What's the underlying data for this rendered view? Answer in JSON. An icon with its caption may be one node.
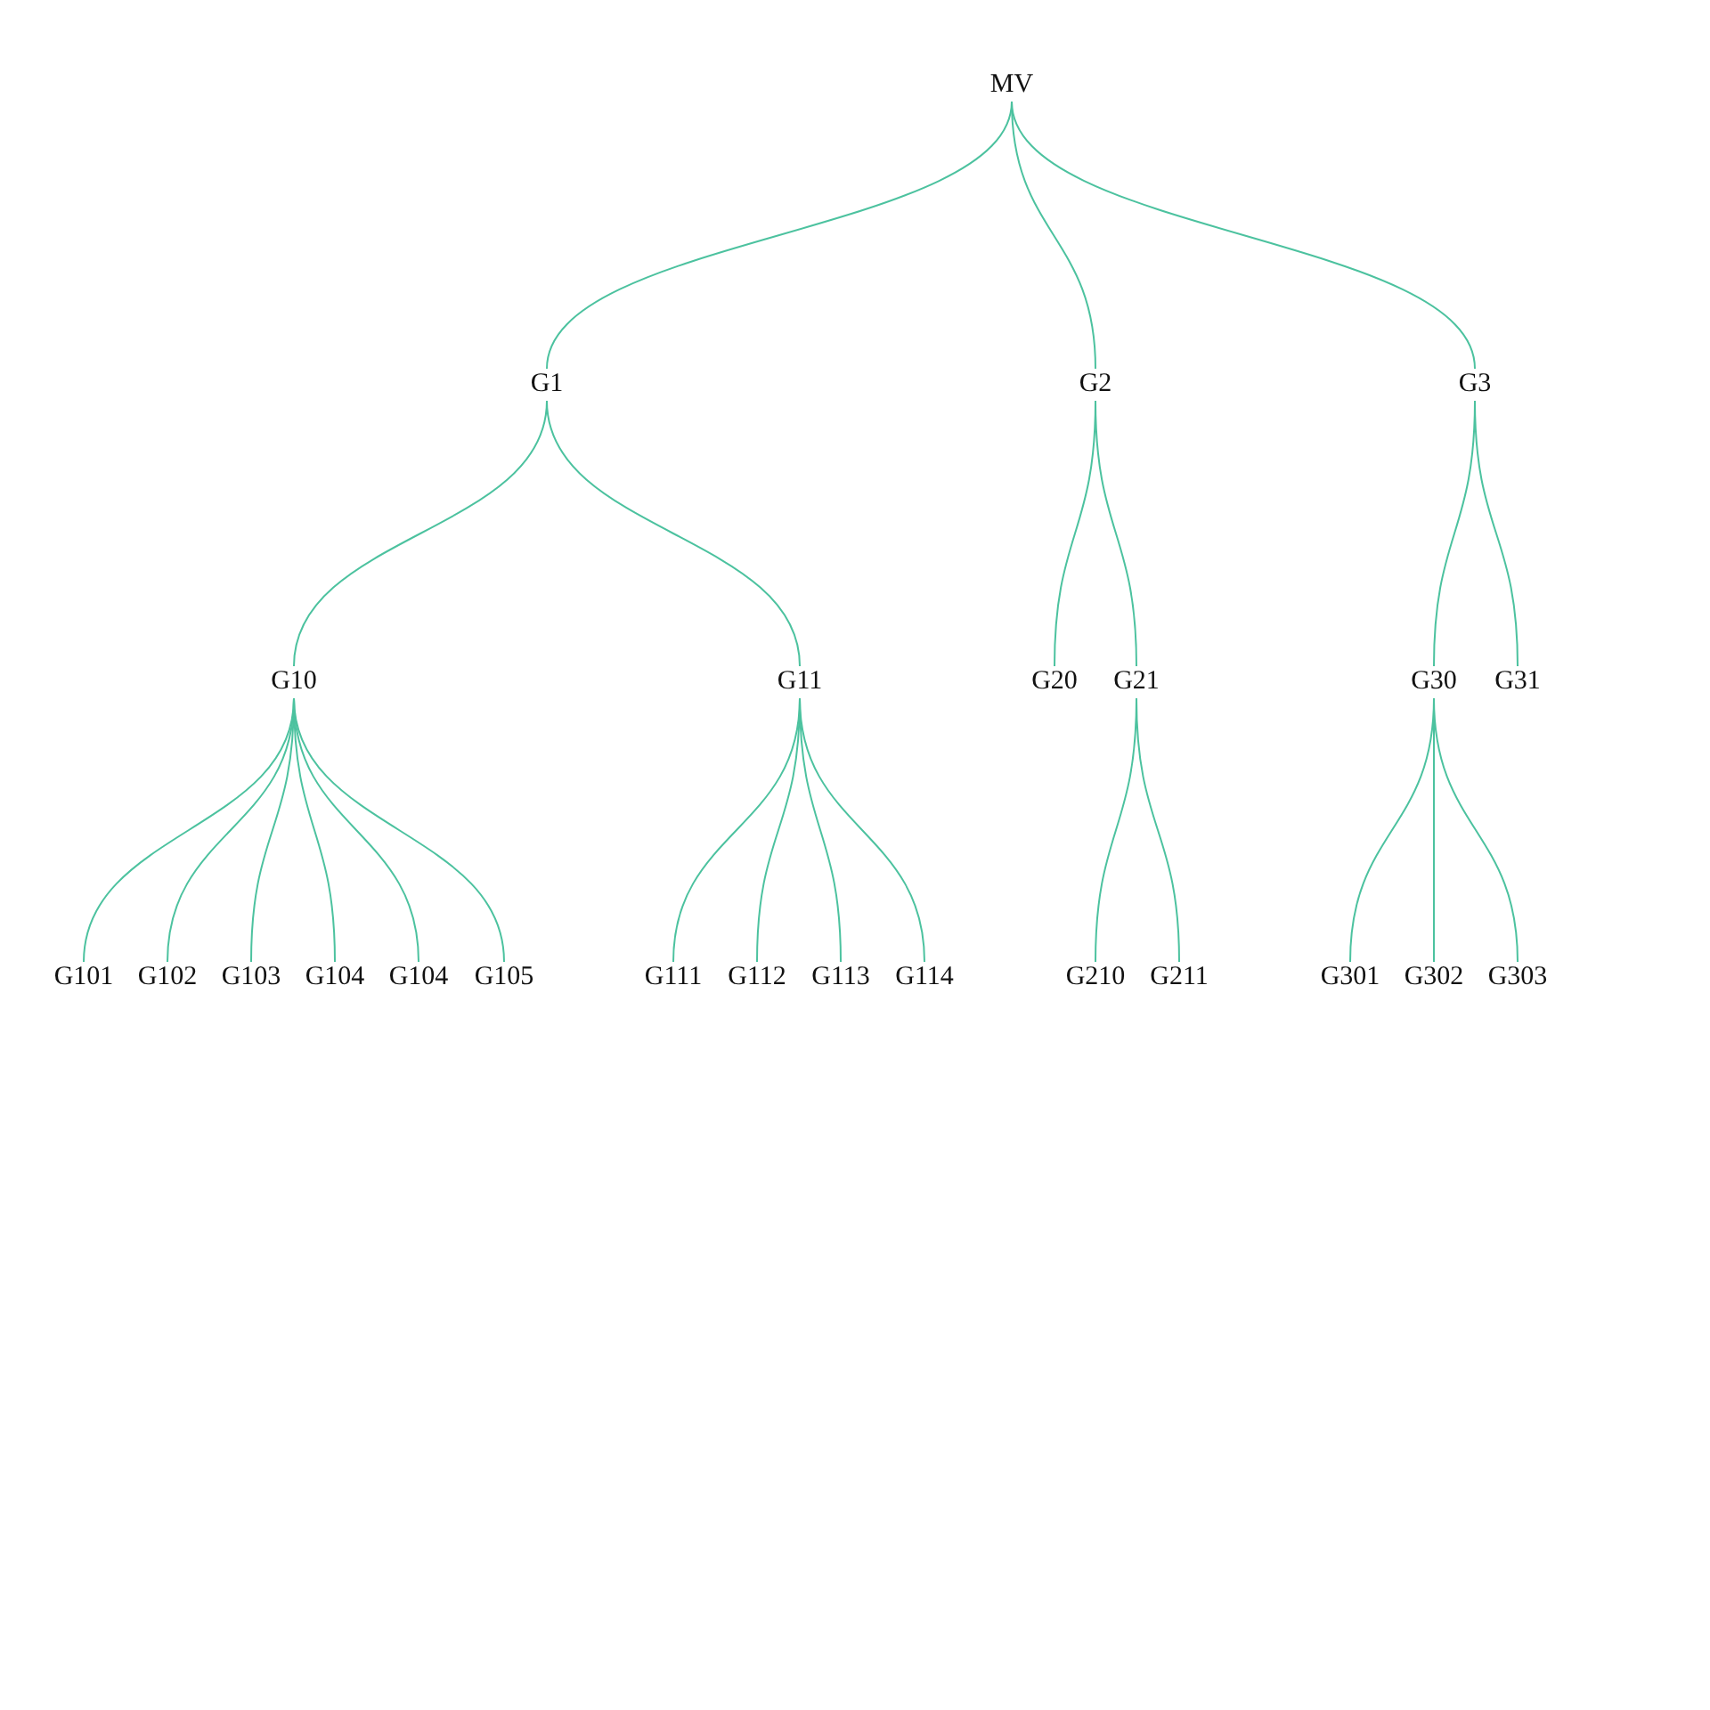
{
  "diagram": {
    "nodes": [
      {
        "text": [
          "MV"
        ]
      },
      {
        "text": [
          "G1"
        ]
      },
      {
        "text": [
          "G2"
        ]
      },
      {
        "text": [
          "G3"
        ]
      },
      {
        "text": [
          "G10"
        ]
      },
      {
        "text": [
          "G11"
        ]
      },
      {
        "text": [
          "G20"
        ]
      },
      {
        "text": [
          "G21"
        ]
      },
      {
        "text": [
          "G30"
        ]
      },
      {
        "text": [
          "G31"
        ]
      },
      {
        "text": [
          "G101"
        ]
      },
      {
        "text": [
          "G102"
        ]
      },
      {
        "text": [
          "G103"
        ]
      },
      {
        "text": [
          "G104"
        ]
      },
      {
        "text": [
          "G104"
        ]
      },
      {
        "text": [
          "G105"
        ]
      },
      {
        "text": [
          "G111"
        ]
      },
      {
        "text": [
          "G112"
        ]
      },
      {
        "text": [
          "G113"
        ]
      },
      {
        "text": [
          "G114"
        ]
      },
      {
        "text": [
          "G210"
        ]
      },
      {
        "text": [
          "G211"
        ]
      },
      {
        "text": [
          "G301"
        ]
      },
      {
        "text": [
          "G302"
        ]
      },
      {
        "text": [
          "G303"
        ]
      }
    ],
    "edges": [
      {
        "from": 0,
        "to": 1,
        "arrow": "none"
      },
      {
        "from": 0,
        "to": 2,
        "arrow": "none"
      },
      {
        "from": 0,
        "to": 3,
        "arrow": "none"
      },
      {
        "from": 1,
        "to": 4,
        "arrow": "none"
      },
      {
        "from": 1,
        "to": 5,
        "arrow": "none"
      },
      {
        "from": 2,
        "to": 6,
        "arrow": "none"
      },
      {
        "from": 2,
        "to": 7,
        "arrow": "none"
      },
      {
        "from": 3,
        "to": 8,
        "arrow": "none"
      },
      {
        "from": 3,
        "to": 9,
        "arrow": "none"
      },
      {
        "from": 4,
        "to": 10,
        "arrow": "none"
      },
      {
        "from": 4,
        "to": 11,
        "arrow": "none"
      },
      {
        "from": 4,
        "to": 12,
        "arrow": "none"
      },
      {
        "from": 4,
        "to": 13,
        "arrow": "none"
      },
      {
        "from": 4,
        "to": 14,
        "arrow": "none"
      },
      {
        "from": 4,
        "to": 15,
        "arrow": "none"
      },
      {
        "from": 5,
        "to": 16,
        "arrow": "none"
      },
      {
        "from": 5,
        "to": 17,
        "arrow": "none"
      },
      {
        "from": 5,
        "to": 18,
        "arrow": "none"
      },
      {
        "from": 5,
        "to": 19,
        "arrow": "none"
      },
      {
        "from": 7,
        "to": 20,
        "arrow": "none"
      },
      {
        "from": 7,
        "to": 21,
        "arrow": "none"
      },
      {
        "from": 8,
        "to": 22,
        "arrow": "none"
      },
      {
        "from": 8,
        "to": 23,
        "arrow": "none"
      },
      {
        "from": 8,
        "to": 24,
        "arrow": "none"
      }
    ]
  }
}
